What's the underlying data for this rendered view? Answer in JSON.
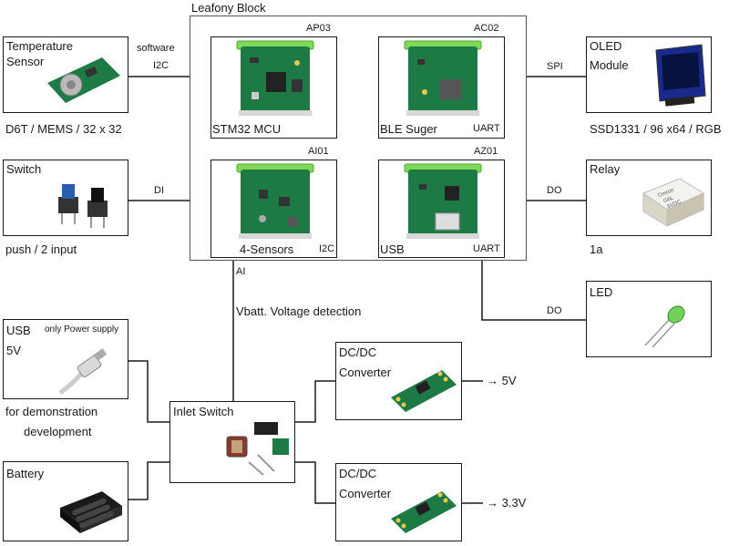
{
  "leafony": {
    "title": "Leafony Block"
  },
  "modules": {
    "ap03": {
      "code": "AP03",
      "name": "STM32 MCU",
      "iface": ""
    },
    "ac02": {
      "code": "AC02",
      "name": "BLE Suger",
      "iface": "UART"
    },
    "ai01": {
      "code": "AI01",
      "name": "4-Sensors",
      "iface": "I2C"
    },
    "az01": {
      "code": "AZ01",
      "name": "USB",
      "iface": "UART"
    }
  },
  "peripherals": {
    "temp": {
      "label_line1": "Temperature",
      "label_line2": "Sensor",
      "caption": "D6T / MEMS / 32 x 32"
    },
    "switch": {
      "label": "Switch",
      "caption": "push / 2 input"
    },
    "oled": {
      "label_line1": "OLED",
      "label_line2": "Module",
      "caption": "SSD1331 / 96 x64 / RGB"
    },
    "relay": {
      "label": "Relay",
      "caption": "1a",
      "stamp1": "Omron",
      "stamp2": "G6L",
      "stamp3": "5VDC"
    },
    "led": {
      "label": "LED"
    },
    "usb": {
      "label_line1": "USB",
      "label_line2": "5V",
      "note": "only Power supply",
      "caption_line1": "for demonstration",
      "caption_line2": "development"
    },
    "battery": {
      "label": "Battery"
    },
    "inlet": {
      "label": "Inlet Switch"
    },
    "dcdc1": {
      "label_line1": "DC/DC",
      "label_line2": "Converter",
      "output": "→  5V"
    },
    "dcdc2": {
      "label_line1": "DC/DC",
      "label_line2": "Converter",
      "output": "→  3.3V"
    }
  },
  "connections": {
    "temp": {
      "line1": "software",
      "line2": "I2C"
    },
    "switch": "DI",
    "oled": "SPI",
    "relay": "DO",
    "led": "DO",
    "ai": "AI",
    "vbatt": "Vbatt. Voltage detection"
  },
  "colors": {
    "board": "#1e7a45",
    "board_dark": "#145a31",
    "connector": "#7ed957",
    "chip": "#222222",
    "wire": "#1a1a1a"
  }
}
